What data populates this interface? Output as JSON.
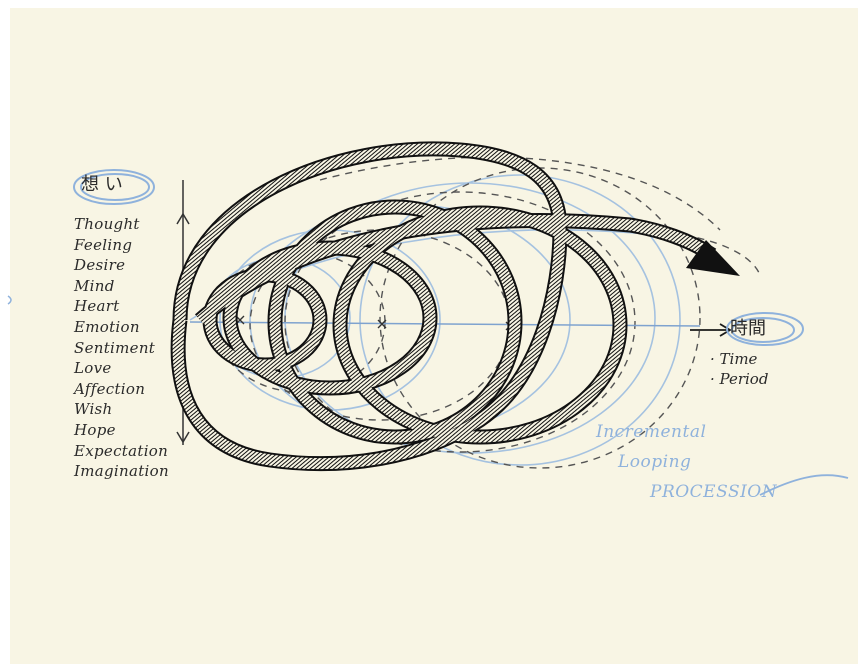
{
  "kanji_top": "想 い",
  "kanji_right": "時間",
  "words": [
    "Thought",
    "Feeling",
    "Desire",
    "Mind",
    "Heart",
    "Emotion",
    "Sentiment",
    "Love",
    "Affection",
    "Wish",
    "Hope",
    "Expectation",
    "Imagination"
  ],
  "time_label": "· Time",
  "period_label": "· Period",
  "blue_note": [
    "Incremental",
    "Looping",
    "PROCESSION"
  ],
  "colors": {
    "paper": "#f8f5e4",
    "ink": "#1a1a1a",
    "pencil": "#2b2b2b",
    "blue": "#8fb2dc"
  }
}
